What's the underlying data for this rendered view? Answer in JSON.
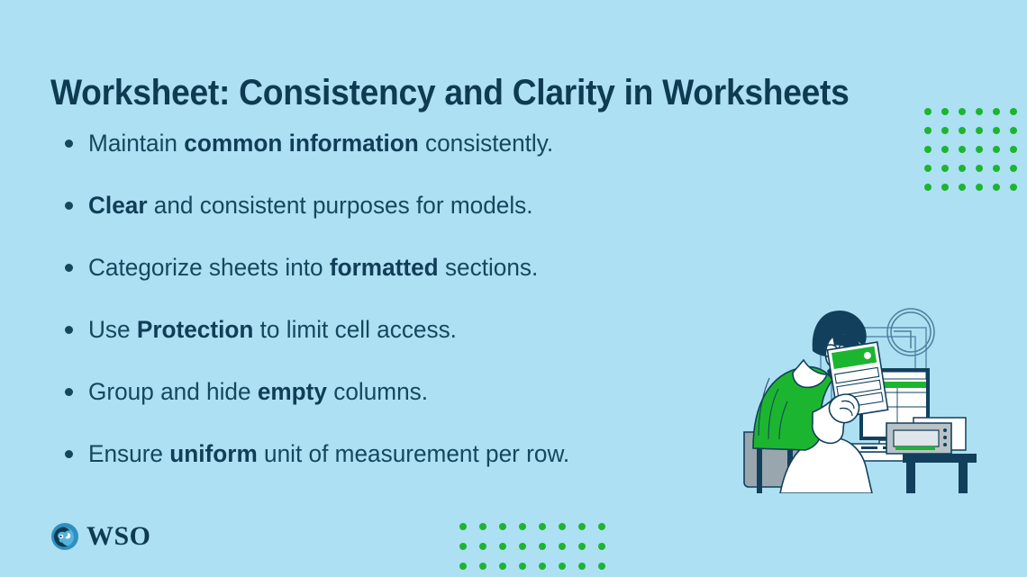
{
  "slide": {
    "title": "Worksheet: Consistency and Clarity in Worksheets",
    "background_color": "#ade0f2",
    "title_color": "#0e3b52",
    "accent_green": "#1cb530",
    "text_color": "#14485e"
  },
  "bullets": [
    {
      "pre": "Maintain ",
      "bold": "common information",
      "post": " consistently."
    },
    {
      "pre": "",
      "bold": "Clear",
      "post": " and consistent purposes for models."
    },
    {
      "pre": "Categorize sheets into ",
      "bold": "formatted",
      "post": " sections."
    },
    {
      "pre": "Use ",
      "bold": "Protection",
      "post": " to limit cell access."
    },
    {
      "pre": "Group and hide ",
      "bold": "empty",
      "post": " columns."
    },
    {
      "pre": "Ensure ",
      "bold": "uniform",
      "post": " unit of measurement per row."
    }
  ],
  "logo": {
    "text": "WSO",
    "mark_name": "globe-icon",
    "mark_outer_color": "#2f8fc0",
    "mark_inner_color": "#0e3b52"
  },
  "decorations": {
    "dots_top_right": {
      "columns": 6,
      "rows": 5,
      "color": "#1cb530"
    },
    "dots_bottom": {
      "columns": 8,
      "rows": 3,
      "color": "#1cb530"
    }
  },
  "illustration": {
    "name": "person-at-desk-with-spreadsheet",
    "colors": {
      "sweater": "#1cb530",
      "hair": "#12405c",
      "outline": "#12405c",
      "desk": "#ffffff",
      "chair": "#9aa6ad",
      "printer": "#b9c2c7",
      "frame_line": "#5f93b5",
      "clock_line": "#4e7f9e"
    }
  }
}
